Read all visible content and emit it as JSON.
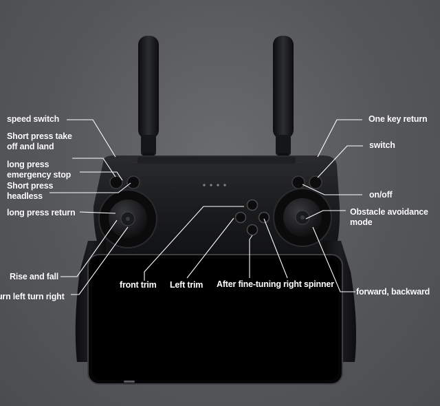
{
  "labels": {
    "speed_switch": "speed switch",
    "short_press_take_off": "Short press take off and land",
    "long_press_emergency": "long press emergency stop",
    "short_press_headless": "Short press headless",
    "long_press_return": "long press return",
    "rise_and_fall": "Rise and fall",
    "turn_left_right": "turn left turn right",
    "front_trim": "front trim",
    "left_trim": "Left trim",
    "after_fine_tuning": "After fine-tuning",
    "right_spinner": "right spinner",
    "one_key_return": "One key return",
    "switch": "switch",
    "on_off": "on/off",
    "obstacle_avoidance": "Obstacle avoidance mode",
    "forward_backward": "forward, backward"
  },
  "colors": {
    "background": "#55575b",
    "controller_body": "#151618",
    "label_text": "#ffffff",
    "leader_line": "#ffffff"
  },
  "icons": {
    "status_indicator": "four-dot-led-icon"
  }
}
